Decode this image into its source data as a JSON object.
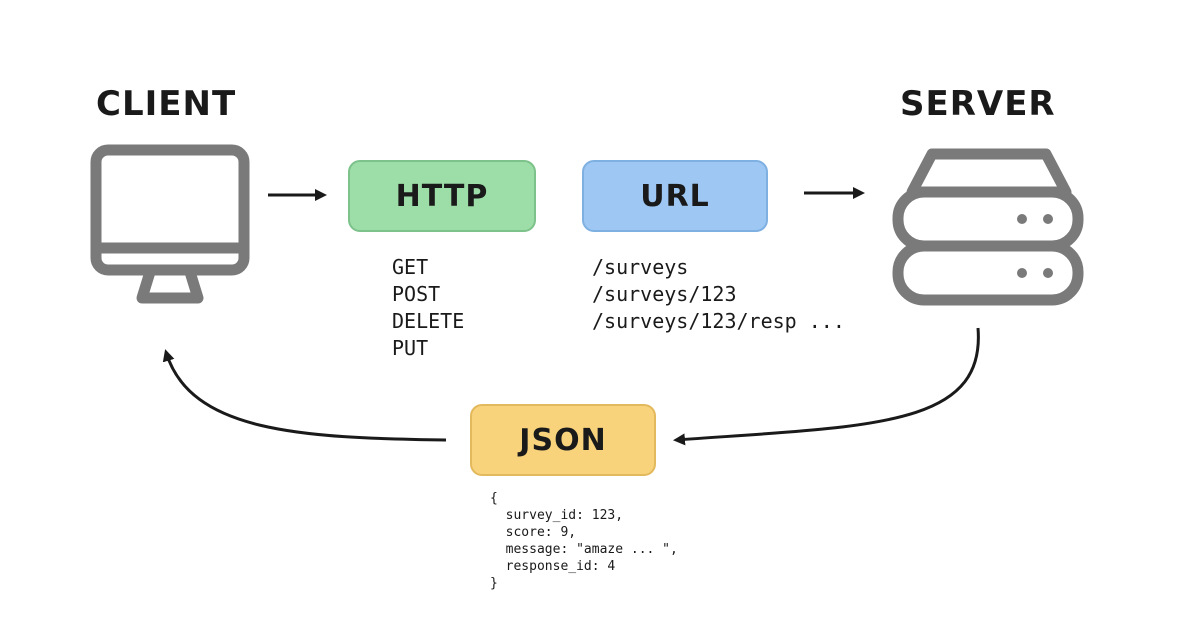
{
  "client": {
    "title": "CLIENT"
  },
  "server": {
    "title": "SERVER"
  },
  "http": {
    "label": "HTTP",
    "methods": [
      "GET",
      "POST",
      "DELETE",
      "PUT"
    ]
  },
  "url": {
    "label": "URL",
    "paths": [
      "/surveys",
      "/surveys/123",
      "/surveys/123/resp ..."
    ]
  },
  "json": {
    "label": "JSON",
    "code": [
      "{",
      "  survey_id: 123,",
      "  score: 9,",
      "  message: \"amaze ... \",",
      "  response_id: 4",
      "}"
    ]
  },
  "colors": {
    "http_fill": "#9ddda8",
    "url_fill": "#9ec8f3",
    "json_fill": "#f8d37c",
    "icon_stroke": "#7a7a7a",
    "arrow": "#1a1a1a"
  },
  "icons": {
    "client": "monitor-icon",
    "server": "server-stack-icon"
  }
}
